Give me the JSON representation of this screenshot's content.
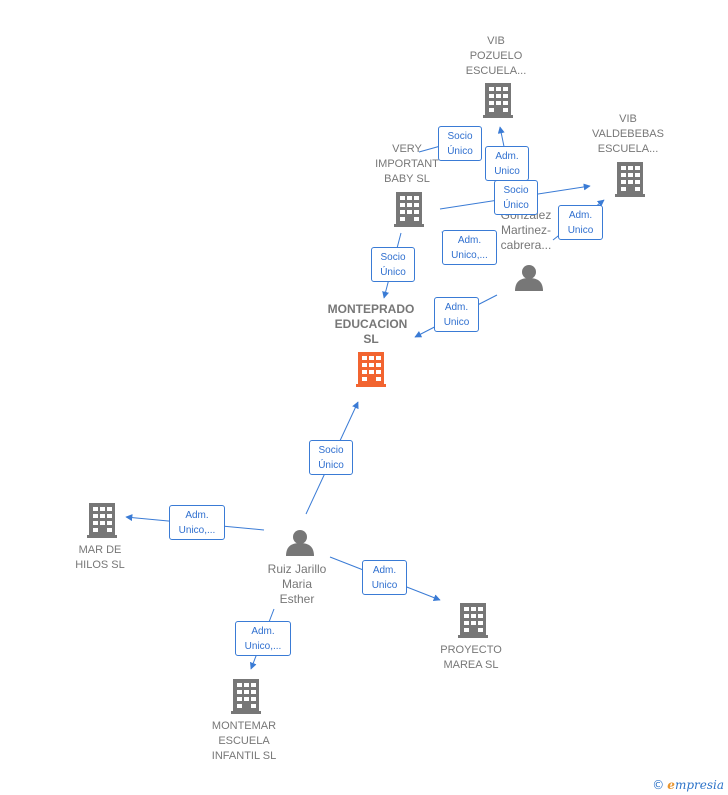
{
  "colors": {
    "company": "#777777",
    "main_company": "#f26430",
    "person": "#777777",
    "edge": "#3a7bd5",
    "edge_text": "#2f6fcf"
  },
  "nodes": {
    "vib_pozuelo": {
      "label": "VIB\nPOZUELO\nESCUELA...",
      "icon": "building-icon"
    },
    "vib_valdebebas": {
      "label": "VIB\nVALDEBEBAS\nESCUELA...",
      "icon": "building-icon"
    },
    "very_important": {
      "label": "VERY\nIMPORTANT\nBABY SL",
      "icon": "building-icon"
    },
    "gonzalez": {
      "label": "Gonzalez\nMartinez-\ncabrera...",
      "icon": "person-icon"
    },
    "monteprado": {
      "label": "MONTEPRADO\nEDUCACION\nSL",
      "icon": "building-icon"
    },
    "mar_de_hilos": {
      "label": "MAR DE\nHILOS  SL",
      "icon": "building-icon"
    },
    "ruiz": {
      "label": "Ruiz Jarillo\nMaria\nEsther",
      "icon": "person-icon"
    },
    "proyecto_marea": {
      "label": "PROYECTO\nMAREA  SL",
      "icon": "building-icon"
    },
    "montemar": {
      "label": "MONTEMAR\nESCUELA\nINFANTIL  SL",
      "icon": "building-icon"
    }
  },
  "edges": [
    {
      "label": "Socio\nÚnico"
    },
    {
      "label": "Adm.\nUnico"
    },
    {
      "label": "Socio\nÚnico"
    },
    {
      "label": "Adm.\nUnico"
    },
    {
      "label": "Adm.\nUnico,..."
    },
    {
      "label": "Socio\nÚnico"
    },
    {
      "label": "Adm.\nUnico"
    },
    {
      "label": "Socio\nÚnico"
    },
    {
      "label": "Adm.\nUnico,..."
    },
    {
      "label": "Adm.\nUnico"
    },
    {
      "label": "Adm.\nUnico,..."
    }
  ],
  "watermark": {
    "copyright": "©",
    "brand_e": "e",
    "brand_rest": "mpresia"
  }
}
